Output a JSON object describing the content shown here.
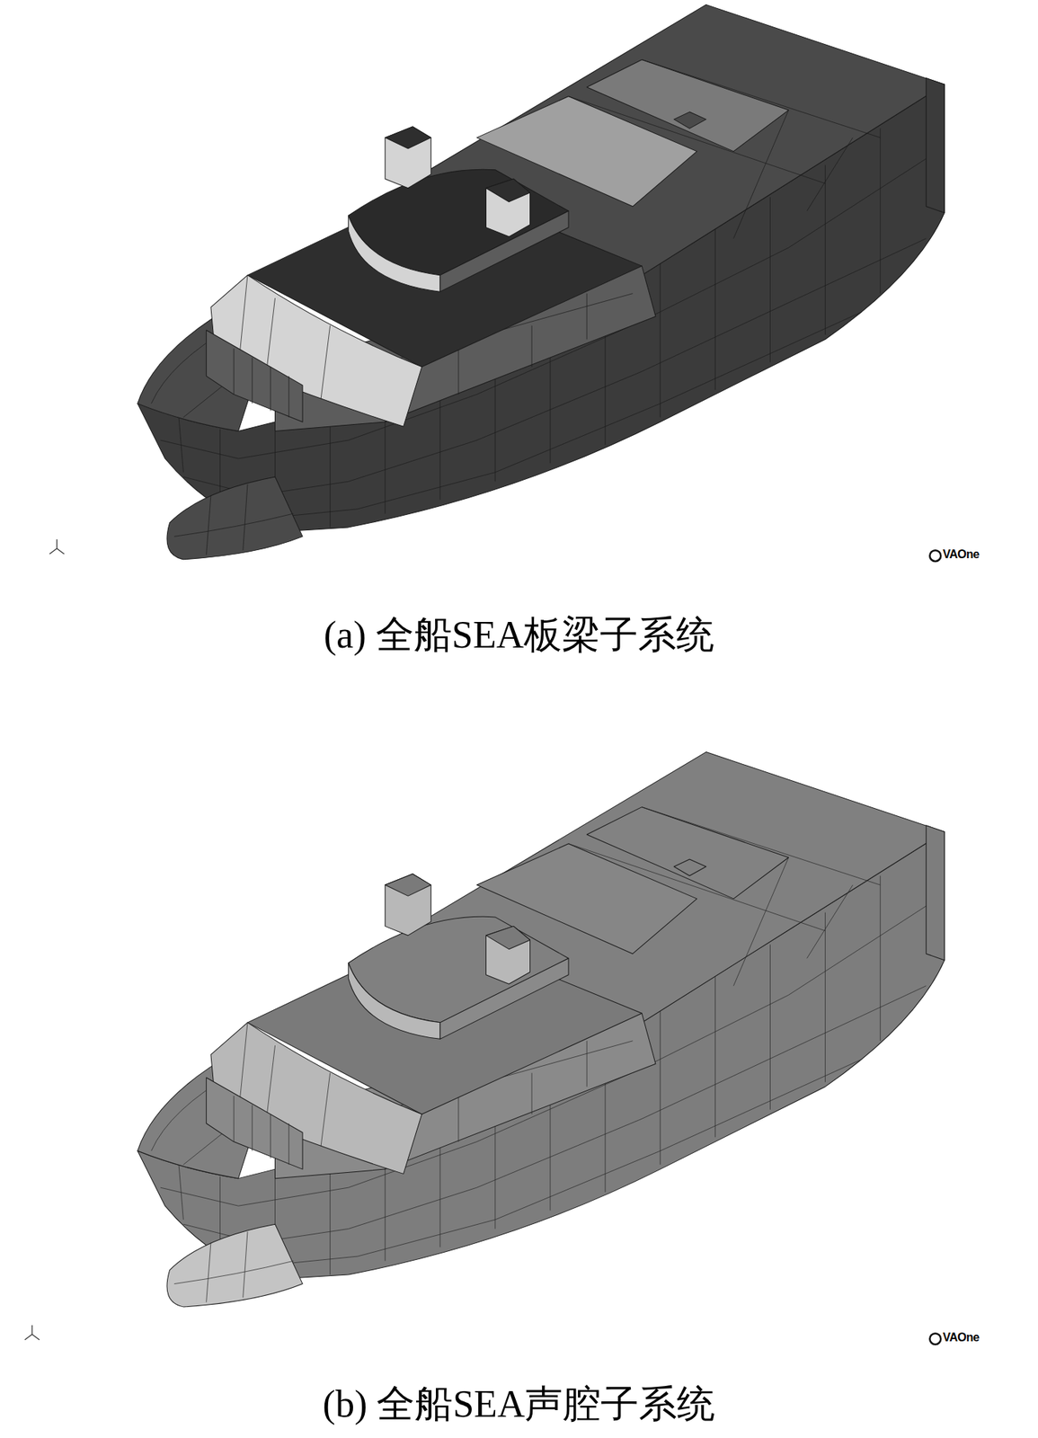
{
  "diagram": {
    "labels": [
      "(a) 全船SEA板梁子系统",
      "(b) 全船SEA声腔子系统",
      "VAOne",
      "VAOne"
    ]
  }
}
